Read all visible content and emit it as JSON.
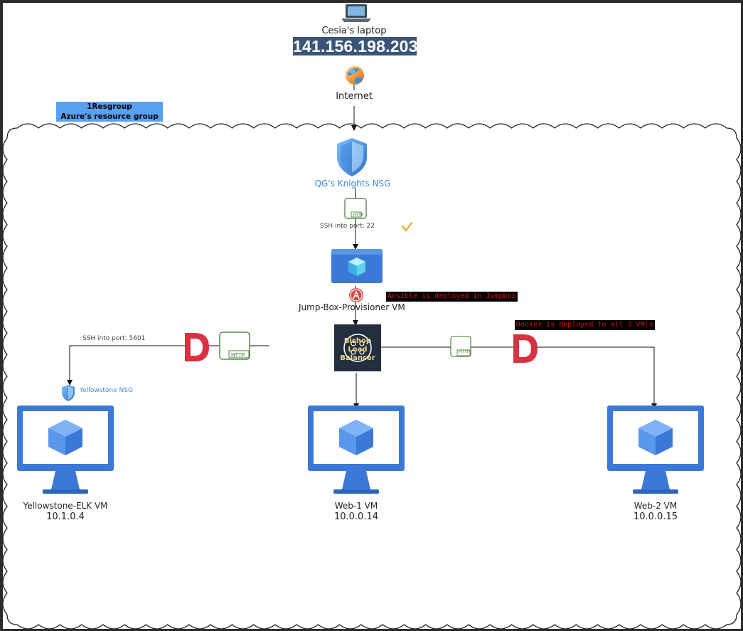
{
  "laptop": {
    "label": "Cesia's laptop",
    "ip": "141.156.198.203",
    "icon": "laptop-icon"
  },
  "internet": {
    "label": "Internet",
    "icon": "globe-icon"
  },
  "resource_group": {
    "line1": "1Resgroup",
    "line2": "Azure's resource group",
    "color": "#5aa0f2"
  },
  "nsg": {
    "label": "QG's Knights NSG",
    "icon": "shield-icon",
    "color": "#3d8be0"
  },
  "ssh_jump": {
    "label": "SSH into port: 22",
    "icon": "checkmark-icon",
    "badge": "HTTP"
  },
  "jumpbox": {
    "label": "Jump-Box-Provisioner VM",
    "icon": "vm-icon"
  },
  "ansible_note": "Ansible is deployed in Jumpbox",
  "docker_note": "Docker is deployed to all 3 VM's",
  "load_balancer": {
    "text": "Bishop Load Balancer",
    "icon": "load-balancer-icon"
  },
  "ssh_elk": {
    "label": "SSH into port: 5601"
  },
  "http_badge": "HTTP",
  "yellowstone_nsg": {
    "label": "Yellowstone NSG",
    "icon": "shield-icon"
  },
  "vms": [
    {
      "name": "Yellowstone-ELK VM",
      "ip": "10.1.0.4",
      "icon": "monitor-icon"
    },
    {
      "name": "Web-1 VM",
      "ip": "10.0.0.14",
      "icon": "monitor-icon"
    },
    {
      "name": "Web-2 VM",
      "ip": "10.0.0.15",
      "icon": "monitor-icon"
    }
  ],
  "docker_icon": "docker-d-icon",
  "colors": {
    "ip_badge": "#3a5577",
    "vm_blue": "#3b78d8",
    "docker_red": "#d8313f",
    "note_text": "#e01010"
  }
}
